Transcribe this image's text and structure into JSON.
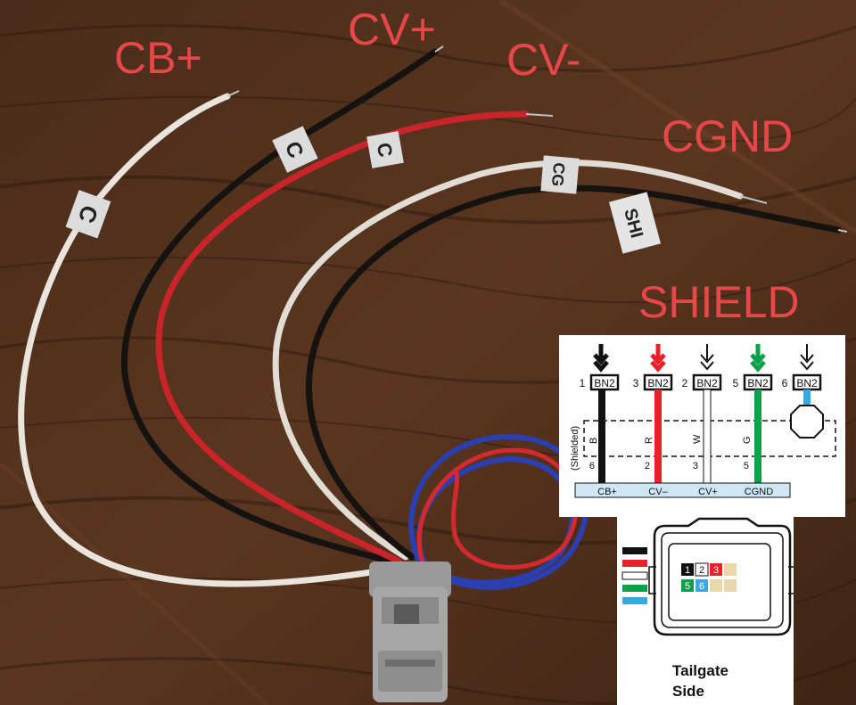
{
  "photo_labels": {
    "cb_plus": "CB+",
    "cv_plus": "CV+",
    "cv_minus": "CV-",
    "cgnd": "CGND",
    "shield": "SHIELD"
  },
  "tags": {
    "tag1": "C",
    "tag2": "C",
    "tag3": "C",
    "tag4": "CG",
    "tag5": "SHI"
  },
  "schematic": {
    "pins": [
      {
        "pin": "1",
        "connector": "BN2",
        "color": "#111111",
        "wire_code": "B",
        "end_pin": "6"
      },
      {
        "pin": "3",
        "connector": "BN2",
        "color": "#e8202a",
        "wire_code": "R",
        "end_pin": "2"
      },
      {
        "pin": "2",
        "connector": "BN2",
        "color": "#ffffff",
        "wire_code": "W",
        "end_pin": "3"
      },
      {
        "pin": "5",
        "connector": "BN2",
        "color": "#0aa14a",
        "wire_code": "G",
        "end_pin": "5"
      },
      {
        "pin": "6",
        "connector": "BN2",
        "color": "#3ba7e0",
        "wire_code": "",
        "end_pin": ""
      }
    ],
    "shield_label": "(Shielded)",
    "bus_labels": [
      "CB+",
      "CV–",
      "CV+",
      "CGND"
    ],
    "bus_color": "#cfe6f6"
  },
  "connector": {
    "cells_top": [
      "1",
      "2",
      "3"
    ],
    "cells_bottom": [
      "5",
      "6"
    ],
    "caption_line1": "Tailgate",
    "caption_line2": "Side"
  }
}
